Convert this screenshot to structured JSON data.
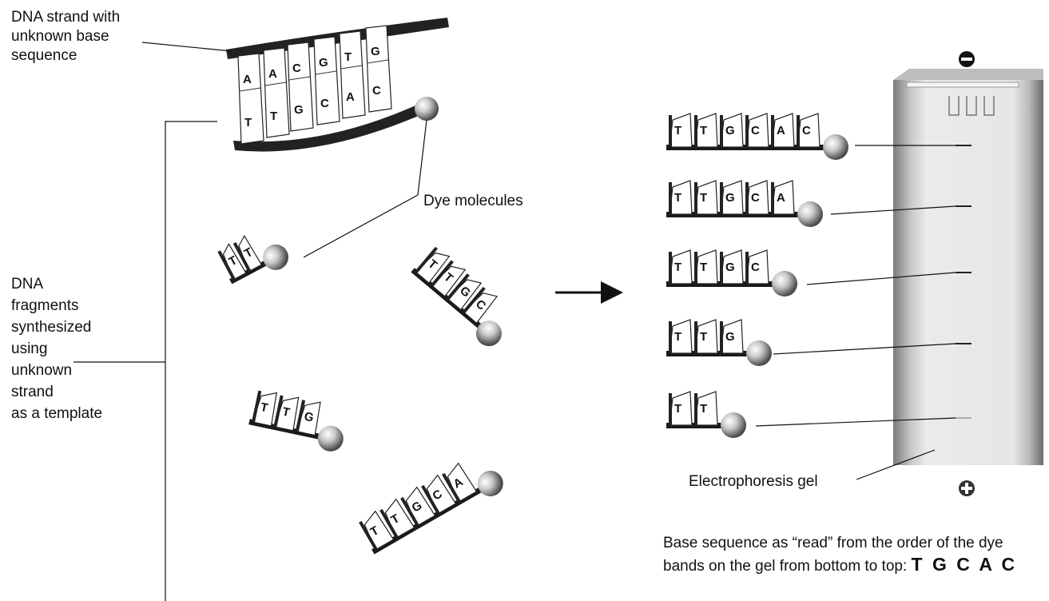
{
  "labels": {
    "unknown_strand": [
      "DNA strand with",
      "unknown base",
      "sequence"
    ],
    "dye_molecules": "Dye molecules",
    "fragments": [
      "DNA",
      "fragments",
      "synthesized",
      "using",
      "unknown",
      "strand",
      "as a template"
    ],
    "gel": "Electrophoresis gel",
    "electrode_top": "−",
    "electrode_bottom": "+",
    "sequence_line1": "Base sequence as “read” from the order of the dye",
    "sequence_line2_prefix": "bands on the gel from bottom to top:",
    "sequence_read": "T G C A C"
  },
  "template_strand": {
    "top_bases": [
      "A",
      "A",
      "C",
      "G",
      "T",
      "G"
    ],
    "bottom_bases": [
      "T",
      "T",
      "G",
      "C",
      "A",
      "C"
    ]
  },
  "scattered_fragments": [
    [
      "T",
      "T"
    ],
    [
      "T",
      "T",
      "G",
      "C"
    ],
    [
      "T",
      "T",
      "G"
    ],
    [
      "T",
      "T",
      "G",
      "C",
      "A"
    ]
  ],
  "sorted_fragments": [
    [
      "T",
      "T",
      "G",
      "C",
      "A",
      "C"
    ],
    [
      "T",
      "T",
      "G",
      "C",
      "A"
    ],
    [
      "T",
      "T",
      "G",
      "C"
    ],
    [
      "T",
      "T",
      "G"
    ],
    [
      "T",
      "T"
    ]
  ],
  "colors": {
    "backbone": "#1a1a1a",
    "dye": "#9a9a9a",
    "gel": "#e4e4e4"
  }
}
